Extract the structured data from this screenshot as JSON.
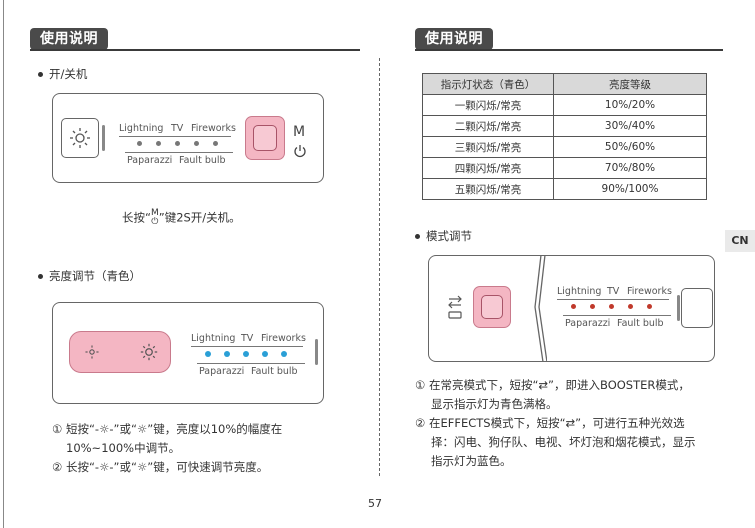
{
  "left": {
    "heading": "使用说明",
    "power": {
      "bullet": "开/关机",
      "modes_top": [
        "Lightning",
        "TV",
        "Fireworks"
      ],
      "modes_bottom": [
        "Paparazzi",
        "Fault bulb"
      ],
      "m_label": "M",
      "caption_before": "长按“",
      "caption_key_top": "M",
      "caption_key_bottom": "⏻",
      "caption_after": "”键2S开/关机。"
    },
    "brightness": {
      "bullet": "亮度调节（青色）",
      "modes_top": [
        "Lightning",
        "TV",
        "Fireworks"
      ],
      "modes_bottom": [
        "Paparazzi",
        "Fault bulb"
      ],
      "line1": "① 短按“-☼-”或“☼”键，亮度以10%的幅度在",
      "line2": "10%~100%中调节。",
      "line3": "② 长按“-☼-”或“☼”键，可快速调节亮度。"
    }
  },
  "right": {
    "heading": "使用说明",
    "table": {
      "headers": [
        "指示灯状态（青色）",
        "亮度等级"
      ],
      "rows": [
        [
          "一颗闪烁/常亮",
          "10%/20%"
        ],
        [
          "二颗闪烁/常亮",
          "30%/40%"
        ],
        [
          "三颗闪烁/常亮",
          "50%/60%"
        ],
        [
          "四颗闪烁/常亮",
          "70%/80%"
        ],
        [
          "五颗闪烁/常亮",
          "90%/100%"
        ]
      ]
    },
    "mode": {
      "bullet": "模式调节",
      "modes_top": [
        "Lightning",
        "TV",
        "Fireworks"
      ],
      "modes_bottom": [
        "Paparazzi",
        "Fault bulb"
      ],
      "line1": "① 在常亮模式下，短按“⇄”，即进入BOOSTER模式，",
      "line2": "显示指示灯为青色满格。",
      "line3": "② 在EFFECTS模式下，短按“⇄”，可进行五种光效选",
      "line4": "择：闪电、狗仔队、电视、坏灯泡和烟花模式，显示",
      "line5": "指示灯为蓝色。"
    }
  },
  "lang_tab": "CN",
  "page_number": "57"
}
